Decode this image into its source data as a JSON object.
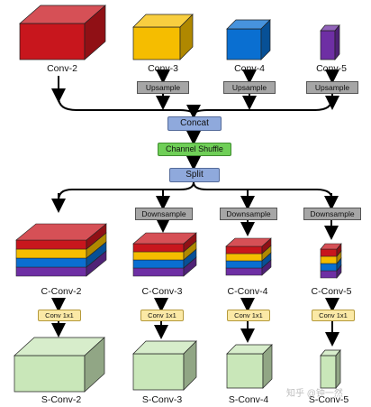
{
  "top_labels": [
    "Conv-2",
    "Conv-3",
    "Conv-4",
    "Conv-5"
  ],
  "upsample_label": "Upsample",
  "concat_label": "Concat",
  "shuffle_label": "Channel Shuffle",
  "split_label": "Split",
  "downsample_label": "Downsample",
  "c_labels": [
    "C-Conv-2",
    "C-Conv-3",
    "C-Conv-4",
    "C-Conv-5"
  ],
  "conv1x1_label": "Conv 1x1",
  "s_labels": [
    "S-Conv-2",
    "S-Conv-3",
    "S-Conv-4",
    "S-Conv-5"
  ],
  "watermark": "知乎 @钟一然",
  "colors": {
    "conv2": "#c8161d",
    "conv3": "#f5bd00",
    "conv4": "#0a6fd1",
    "conv5": "#6e2fa4",
    "stack": [
      "#c8161d",
      "#f5bd00",
      "#0a6fd1",
      "#6e2fa4"
    ],
    "s_cube": "#c9e7b9"
  }
}
